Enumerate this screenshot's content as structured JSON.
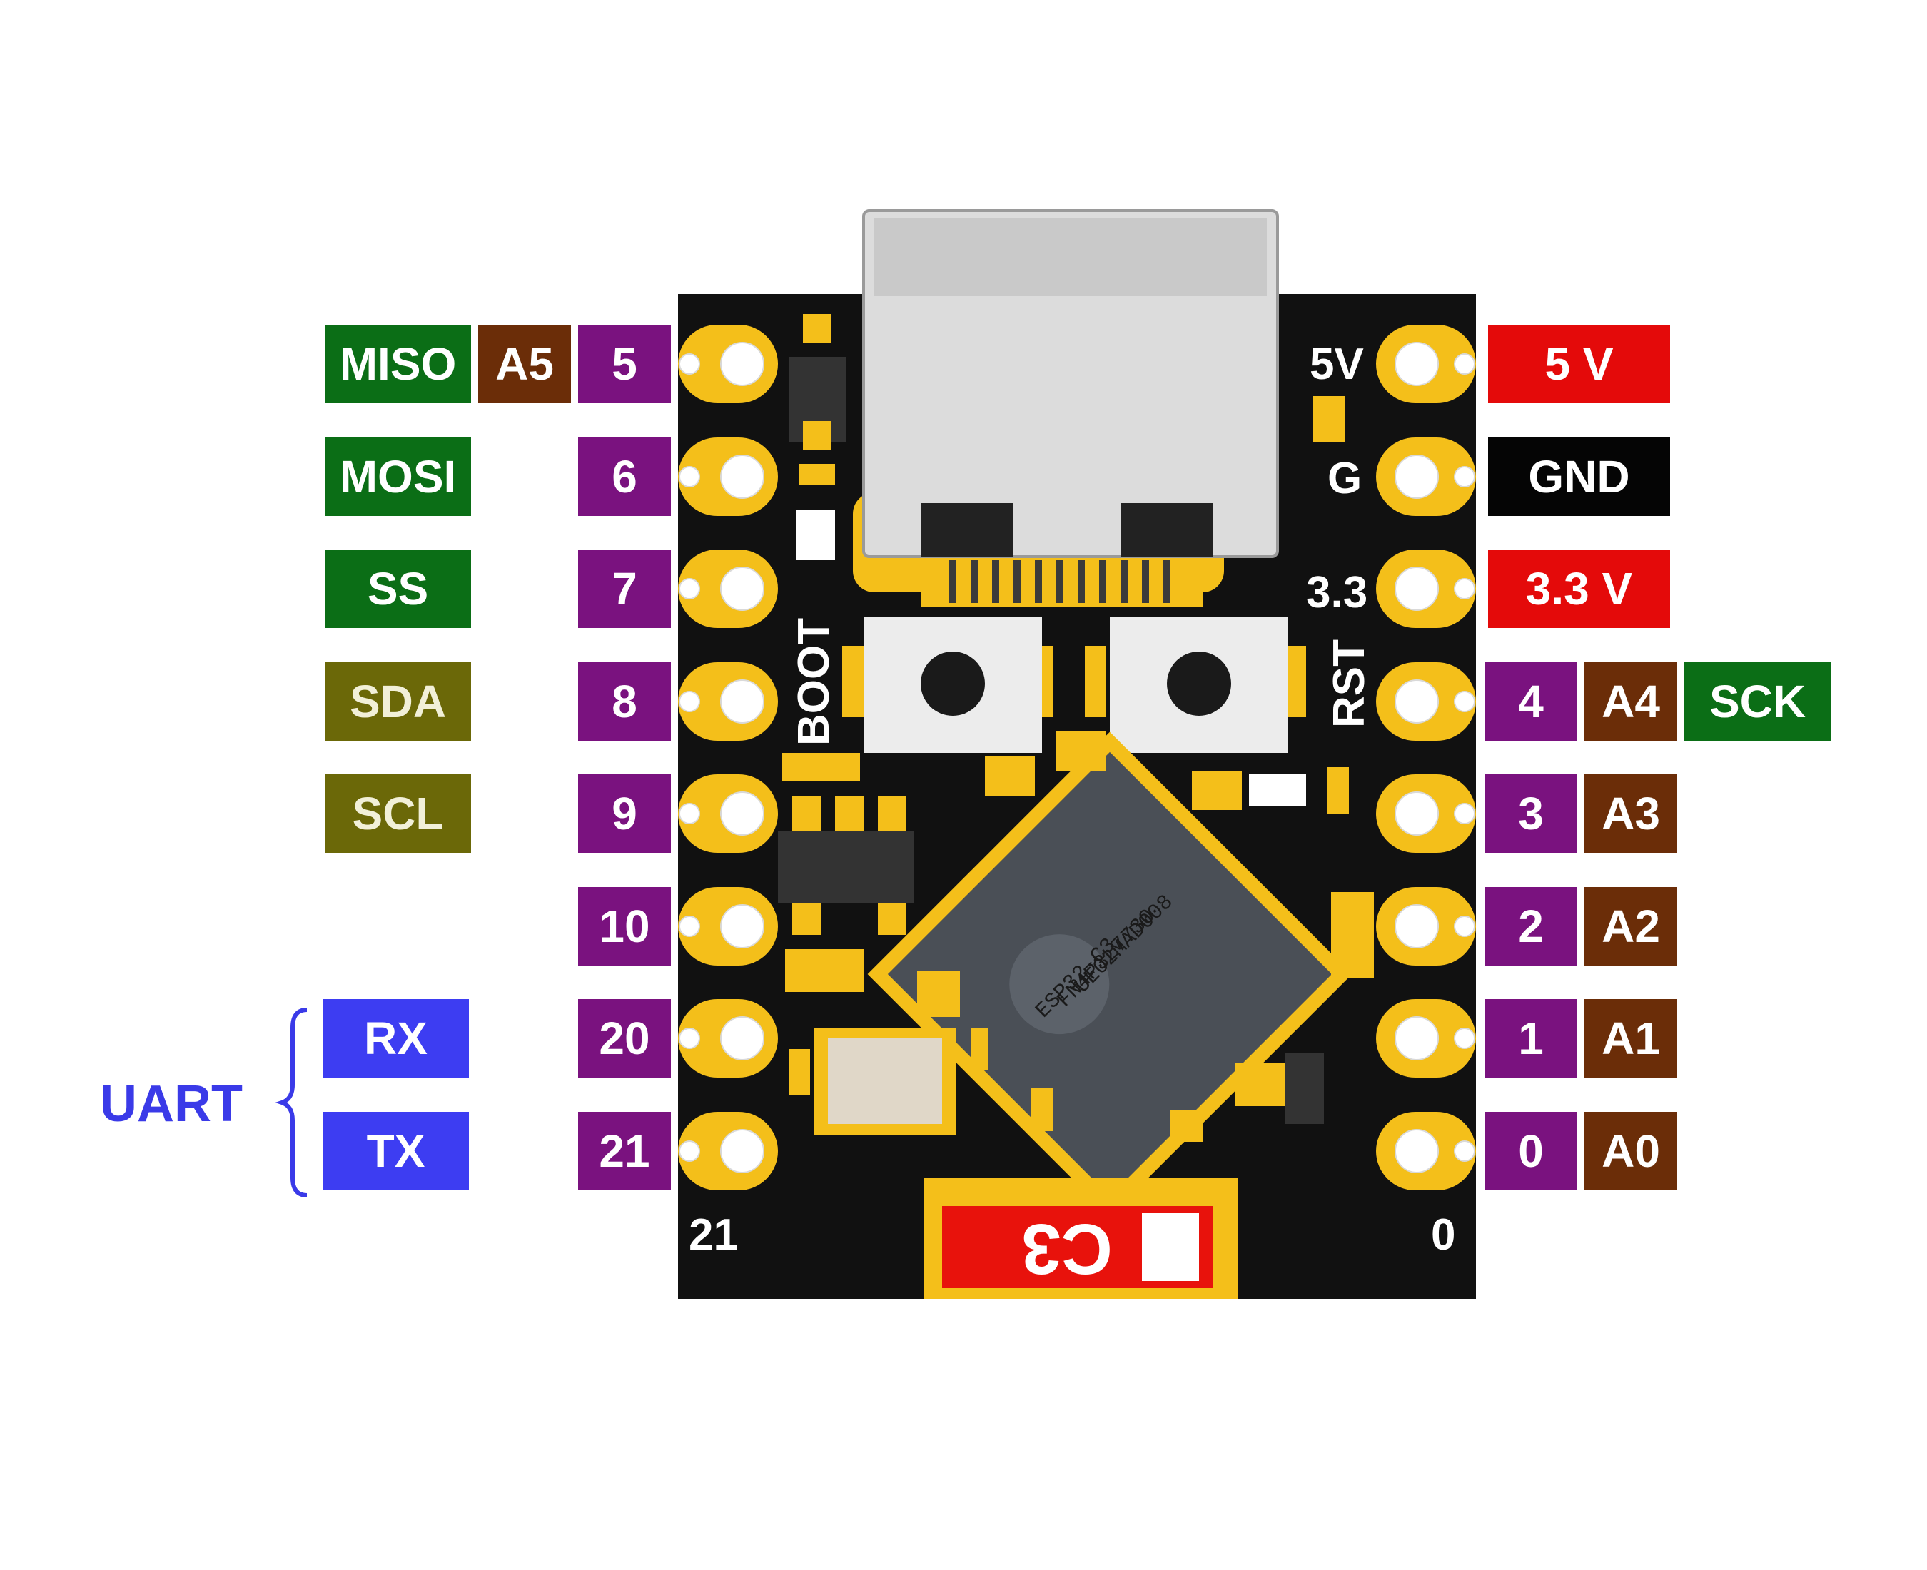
{
  "left_pins": [
    {
      "number": "5",
      "labels": [
        "MISO",
        "A5"
      ]
    },
    {
      "number": "6",
      "labels": [
        "MOSI"
      ]
    },
    {
      "number": "7",
      "labels": [
        "SS"
      ]
    },
    {
      "number": "8",
      "labels": [
        "SDA"
      ]
    },
    {
      "number": "9",
      "labels": [
        "SCL"
      ]
    },
    {
      "number": "10",
      "labels": []
    },
    {
      "number": "20",
      "labels": [
        "RX"
      ]
    },
    {
      "number": "21",
      "labels": [
        "TX"
      ]
    }
  ],
  "right_pins": [
    {
      "number": "",
      "labels": [
        "5 V"
      ]
    },
    {
      "number": "",
      "labels": [
        "GND"
      ]
    },
    {
      "number": "",
      "labels": [
        "3.3 V"
      ]
    },
    {
      "number": "4",
      "labels": [
        "A4",
        "SCK"
      ]
    },
    {
      "number": "3",
      "labels": [
        "A3"
      ]
    },
    {
      "number": "2",
      "labels": [
        "A2"
      ]
    },
    {
      "number": "1",
      "labels": [
        "A1"
      ]
    },
    {
      "number": "0",
      "labels": [
        "A0"
      ]
    }
  ],
  "uart_group": "UART",
  "board_silkscreen": {
    "pin_5v": "5V",
    "pin_g": "G",
    "pin_33": "3.3",
    "boot_button": "BOOT",
    "reset_button": "RST",
    "corner_left": "21",
    "corner_right": "0",
    "model_badge": "C3"
  },
  "chip_marking": {
    "line1": "ESP32-C3",
    "line2": "FN4P3L7730",
    "line3": "UE02MAD008"
  },
  "colors": {
    "pin_number": "#7a127f",
    "analog": "#6b2d08",
    "spi": "#0b6e16",
    "i2c": "#6b6808",
    "uart": "#3d3df2",
    "power": "#e40a0a",
    "ground": "#050505",
    "pcb": "#111111",
    "pad": "#f4bf1a"
  }
}
